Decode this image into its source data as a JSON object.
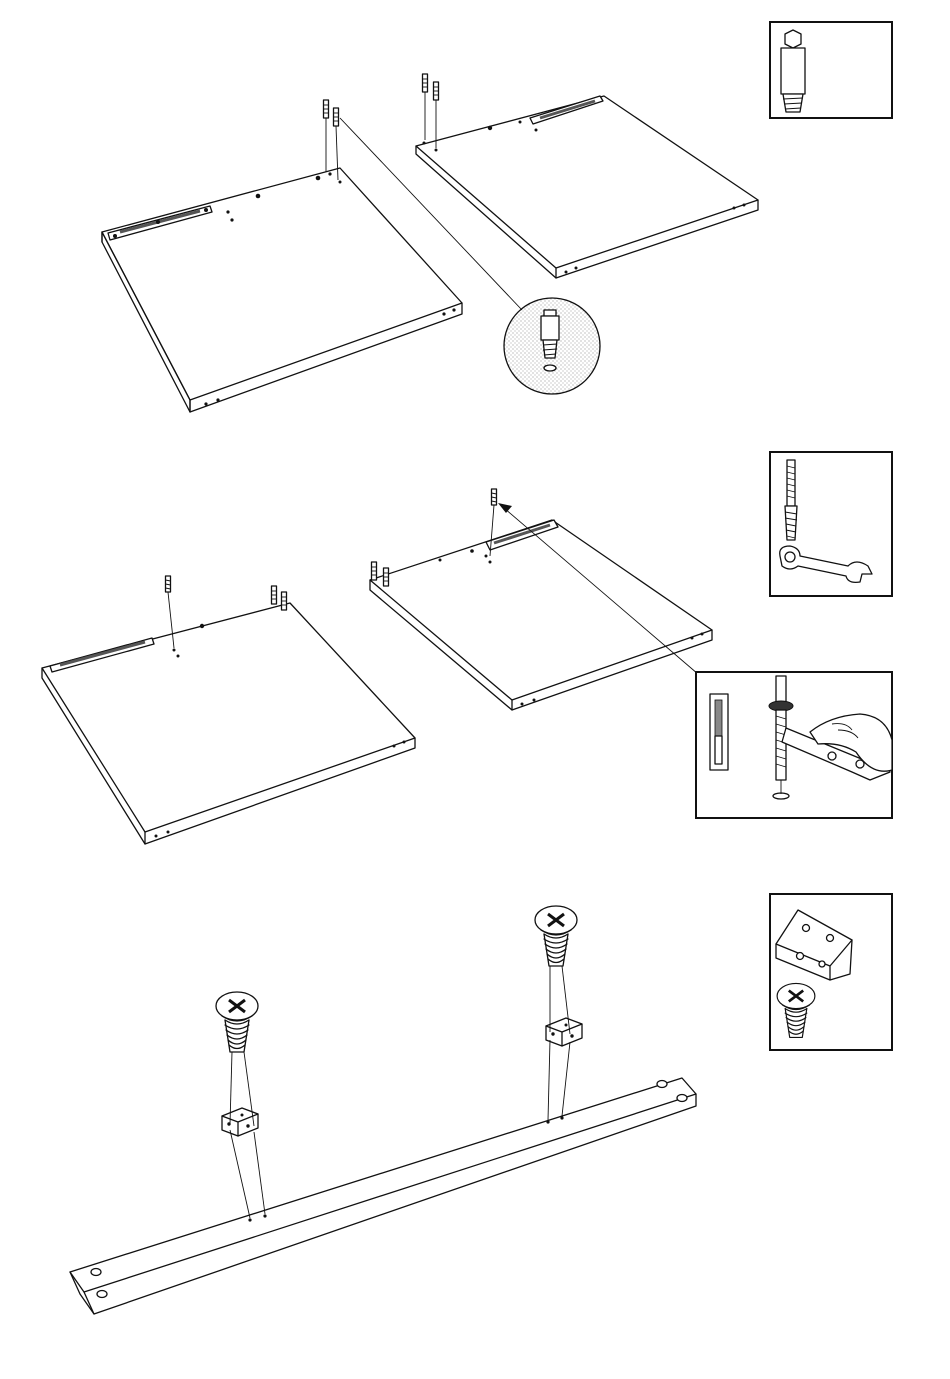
{
  "diagram": {
    "kind": "furniture-assembly-instructions",
    "colors": {
      "ink": "#111111",
      "paper": "#ffffff",
      "hardware": "#555555"
    },
    "steps": [
      {
        "id": "step-1",
        "parts": [
          "panel-left",
          "panel-right",
          "cam-bolt-pins",
          "magnifier-detail"
        ],
        "hardware_icon": "cam-bolt-icon"
      },
      {
        "id": "step-2",
        "parts": [
          "panel-left",
          "panel-right",
          "dowel-screws"
        ],
        "hardware_icon": "dowel-screw-and-wrench-icon",
        "detail_icon": "wrench-tightening-detail-icon"
      },
      {
        "id": "step-3",
        "parts": [
          "rail-beam",
          "angle-brackets",
          "screws"
        ],
        "hardware_icon": "angle-bracket-and-screw-icon"
      }
    ]
  }
}
